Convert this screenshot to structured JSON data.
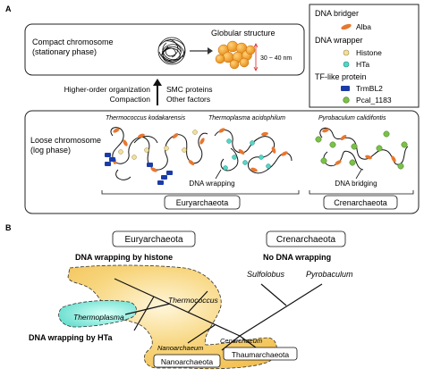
{
  "panelA": {
    "letter": "A",
    "compact": {
      "title": "Compact chromosome",
      "subtitle": "(stationary phase)",
      "globular_label": "Globular structure",
      "size_label": "30 ~ 40 nm"
    },
    "arrow": {
      "left_line1": "Higher-order organization",
      "left_line2": "Compaction",
      "right_line1": "SMC proteins",
      "right_line2": "Other factors"
    },
    "loose": {
      "title": "Loose chromosome",
      "subtitle": "(log phase)",
      "organism_tk": "Thermococcus kodakarensis",
      "organism_ta": "Thermoplasma acidophilum",
      "organism_pc": "Pyrobaculum calidifontis",
      "wrapping_label": "DNA wrapping",
      "bridging_label": "DNA bridging",
      "euryarchaeota": "Euryarchaeota",
      "crenarchaeota": "Crenarchaeota"
    },
    "legend": {
      "bridger_header": "DNA bridger",
      "alba": "Alba",
      "wrapper_header": "DNA wrapper",
      "histone": "Histone",
      "hta": "HTa",
      "tf_header": "TF-like protein",
      "trmbl2": "TrmBL2",
      "pcal": "Pcal_1183"
    }
  },
  "panelB": {
    "letter": "B",
    "euryarchaeota": "Euryarchaeota",
    "crenarchaeota": "Crenarchaeota",
    "wrap_histone": "DNA wrapping by histone",
    "no_wrapping": "No DNA wrapping",
    "sulfolobus": "Sulfolobus",
    "pyrobaculum": "Pyrobaculum",
    "thermococcus": "Thermococcus",
    "thermoplasma": "Thermoplasma",
    "wrap_hta": "DNA wrapping by HTa",
    "cenarchaeum": "Cenarchaeum",
    "nanoarchaeum": "Nanoarchaeum",
    "nanoarchaeota": "Nanoarchaeota",
    "thaumarchaeota": "Thaumarchaeota"
  },
  "colors": {
    "alba": "#e8772e",
    "histone": "#f2dfa0",
    "hta": "#56d6c4",
    "trmbl2": "#1b3ca8",
    "pcal": "#7cc04a",
    "globule": "#f0a21c",
    "eury_fill": "#f5c95e",
    "thermoplasma_fill": "#6fe3d2"
  }
}
